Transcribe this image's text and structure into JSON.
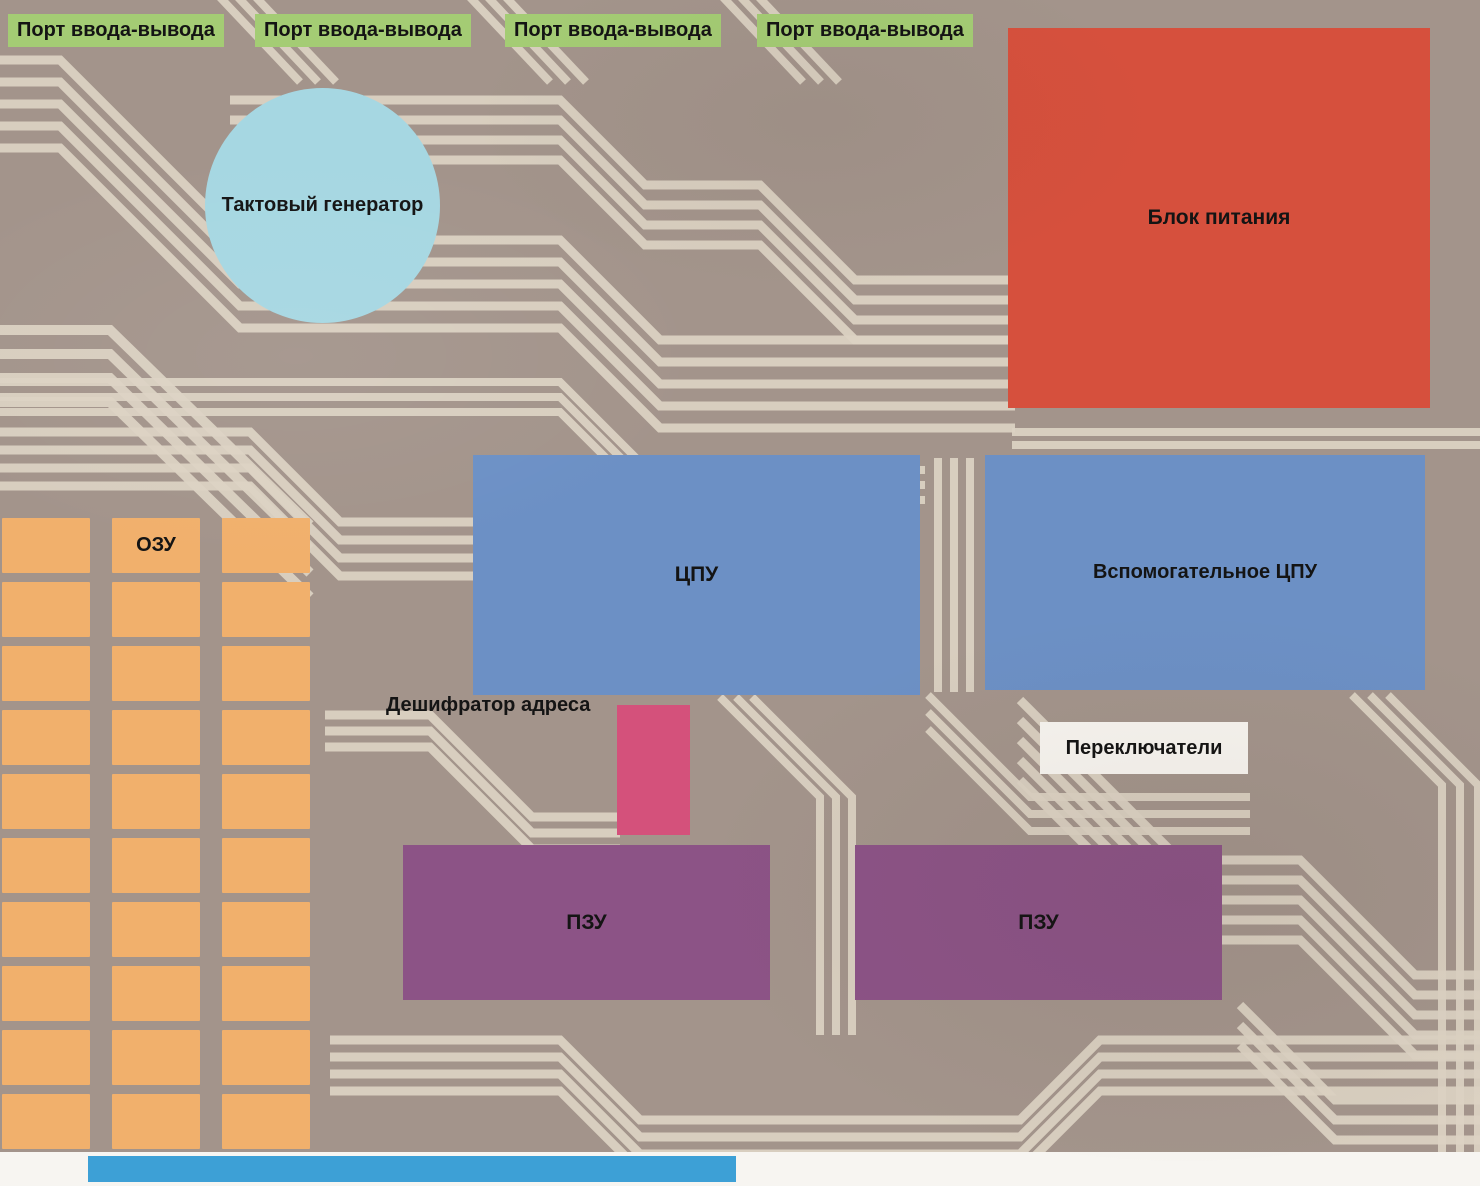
{
  "board": {
    "io_port_labels": [
      "Порт ввода-вывода",
      "Порт ввода-вывода",
      "Порт ввода-вывода",
      "Порт ввода-вывода"
    ],
    "io_label_color": "#a4cc74",
    "board_color": "#a3948b",
    "trace_color": "#dcd2c3",
    "components": {
      "clock_generator": {
        "label": "Тактовый генератор",
        "color": "#a6d7e2"
      },
      "power_supply": {
        "label": "Блок питания",
        "color": "#d6503d"
      },
      "cpu": {
        "label": "ЦПУ",
        "color": "#6c90c5"
      },
      "aux_cpu": {
        "label": "Вспомогательное ЦПУ",
        "color": "#6c90c5"
      },
      "address_decoder": {
        "label": "Дешифратор адреса",
        "color": "#d4517b"
      },
      "switches": {
        "label": "Переключатели",
        "color": "#f7f4ef"
      },
      "rom_left": {
        "label": "ПЗУ",
        "color": "#8c5386"
      },
      "rom_right": {
        "label": "ПЗУ",
        "color": "#8c5386"
      },
      "ram": {
        "label": "ОЗУ",
        "color": "#f1b06c",
        "grid": {
          "cols": 3,
          "rows": 10
        }
      }
    },
    "edge_colors": {
      "margin": "#f7f5f1",
      "blue_strip": "#3da0d6"
    }
  }
}
